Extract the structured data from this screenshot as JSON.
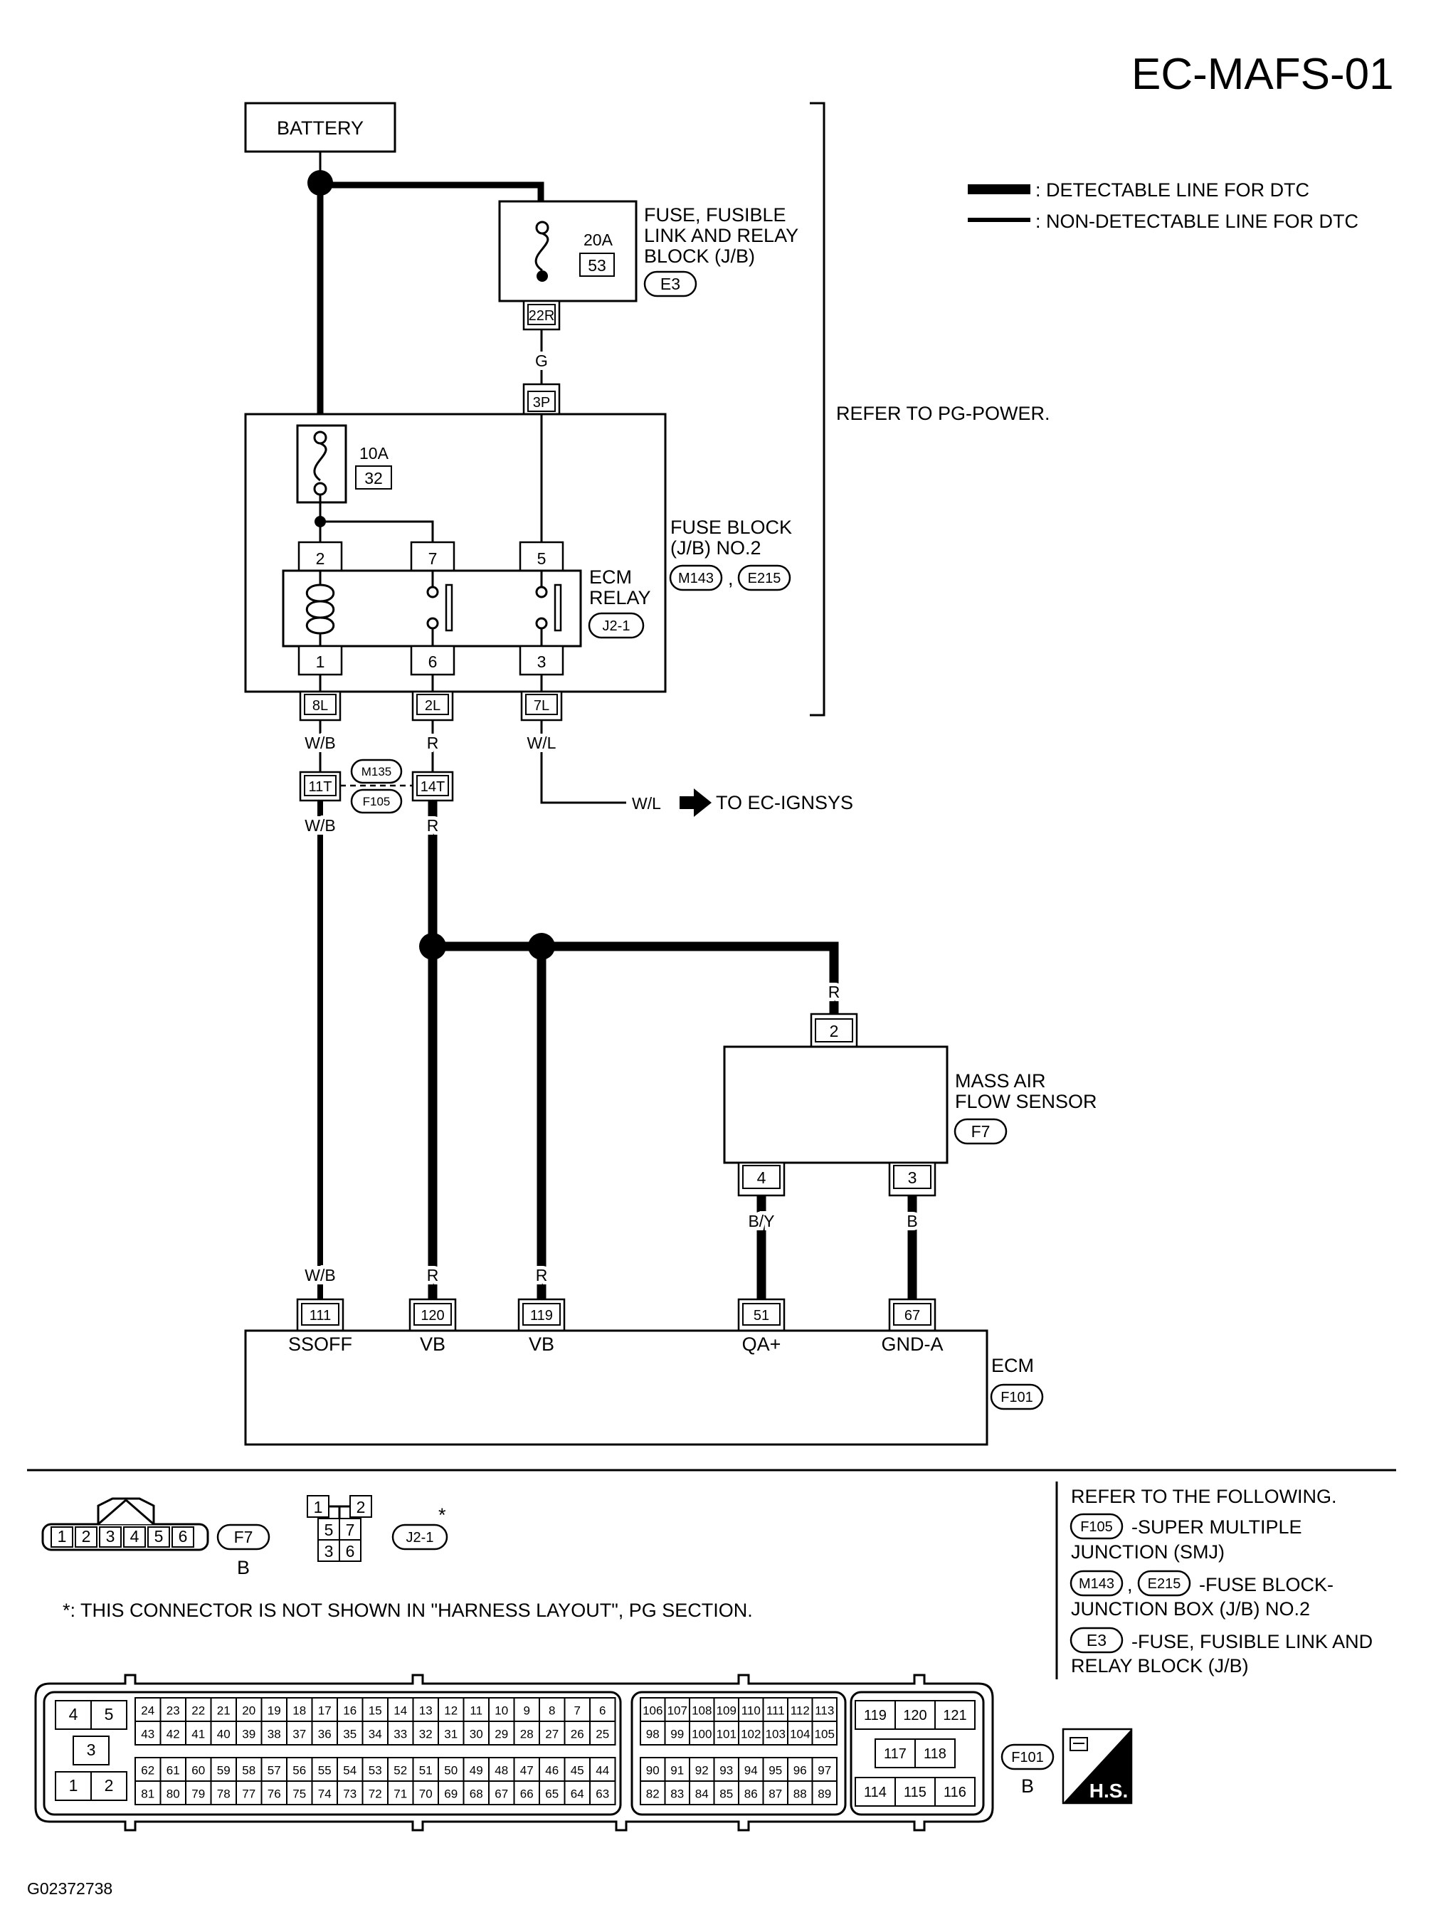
{
  "title": "EC-MAFS-01",
  "image_code": "G02372738",
  "legend": {
    "detectable": ": DETECTABLE LINE FOR DTC",
    "non_detectable": ": NON-DETECTABLE LINE FOR DTC"
  },
  "battery": "BATTERY",
  "refer_pg_power": "REFER TO PG-POWER.",
  "fuse_fusible": {
    "line1": "FUSE, FUSIBLE",
    "line2": "LINK AND RELAY",
    "line3": "BLOCK (J/B)",
    "connector": "E3",
    "amp": "20A",
    "num": "53",
    "pin": "22R"
  },
  "wire_g": "G",
  "pin_3p": "3P",
  "fuse_block": {
    "line1": "FUSE BLOCK",
    "line2": "(J/B) NO.2",
    "connector_a": "M143",
    "sep": ",",
    "connector_b": "E215",
    "amp": "10A",
    "num": "32"
  },
  "ecm_relay": {
    "line1": "ECM",
    "line2": "RELAY",
    "connector": "J2-1",
    "top_pins": [
      "2",
      "7",
      "5"
    ],
    "bottom_pins": [
      "1",
      "6",
      "3"
    ]
  },
  "jb_pins": [
    "8L",
    "2L",
    "7L"
  ],
  "wires_upper": [
    "W/B",
    "R",
    "W/L"
  ],
  "smj": {
    "pin_a": "11T",
    "pin_b": "14T",
    "conn_a": "M135",
    "conn_b": "F105",
    "wire_a": "W/B",
    "wire_b": "R"
  },
  "to_ignsys": {
    "wire": "W/L",
    "text": "TO EC-IGNSYS"
  },
  "maf": {
    "line1": "MASS AIR",
    "line2": "FLOW SENSOR",
    "connector": "F7",
    "pin_top": "2",
    "wire_top": "R",
    "pin_left": "4",
    "pin_right": "3",
    "wire_left": "B/Y",
    "wire_right": "B"
  },
  "ecm": {
    "name": "ECM",
    "connector": "F101",
    "wires": [
      "W/B",
      "R",
      "R"
    ],
    "pins": [
      "111",
      "120",
      "119",
      "51",
      "67"
    ],
    "labels": [
      "SSOFF",
      "VB",
      "VB",
      "QA+",
      "GND-A"
    ]
  },
  "refer_following": {
    "heading": "REFER TO THE FOLLOWING.",
    "f105_conn": "F105",
    "f105_l1": "-SUPER MULTIPLE",
    "f105_l2": "JUNCTION (SMJ)",
    "m143_conn": "M143",
    "sep": ",",
    "e215_conn": "E215",
    "fb_l1": "-FUSE BLOCK-",
    "fb_l2": "JUNCTION BOX (J/B) NO.2",
    "e3_conn": "E3",
    "e3_l1": "-FUSE, FUSIBLE LINK AND",
    "e3_l2": "RELAY BLOCK (J/B)"
  },
  "f7_face": {
    "cells": [
      "1",
      "2",
      "3",
      "4",
      "5",
      "6"
    ],
    "connector": "F7",
    "color": "B"
  },
  "j2_face": {
    "top": [
      "1",
      "2"
    ],
    "mid": [
      "5",
      "7"
    ],
    "bottom": [
      "3",
      "6"
    ],
    "connector": "J2-1",
    "star": "*"
  },
  "note": "*: THIS CONNECTOR IS NOT SHOWN IN \"HARNESS LAYOUT\", PG SECTION.",
  "f101_face": {
    "left_block": [
      "4",
      "5",
      "3",
      "1",
      "2"
    ],
    "row1": [
      "24",
      "23",
      "22",
      "21",
      "20",
      "19",
      "18",
      "17",
      "16",
      "15",
      "14",
      "13",
      "12",
      "11",
      "10",
      "9",
      "8",
      "7",
      "6"
    ],
    "row2": [
      "43",
      "42",
      "41",
      "40",
      "39",
      "38",
      "37",
      "36",
      "35",
      "34",
      "33",
      "32",
      "31",
      "30",
      "29",
      "28",
      "27",
      "26",
      "25"
    ],
    "row3": [
      "62",
      "61",
      "60",
      "59",
      "58",
      "57",
      "56",
      "55",
      "54",
      "53",
      "52",
      "51",
      "50",
      "49",
      "48",
      "47",
      "46",
      "45",
      "44"
    ],
    "row4": [
      "81",
      "80",
      "79",
      "78",
      "77",
      "76",
      "75",
      "74",
      "73",
      "72",
      "71",
      "70",
      "69",
      "68",
      "67",
      "66",
      "65",
      "64",
      "63"
    ],
    "r_row1": [
      "106",
      "107",
      "108",
      "109",
      "110",
      "111",
      "112",
      "113"
    ],
    "r_row2": [
      "98",
      "99",
      "100",
      "101",
      "102",
      "103",
      "104",
      "105"
    ],
    "r_row3": [
      "90",
      "91",
      "92",
      "93",
      "94",
      "95",
      "96",
      "97"
    ],
    "r_row4": [
      "82",
      "83",
      "84",
      "85",
      "86",
      "87",
      "88",
      "89"
    ],
    "right_top": [
      "119",
      "120",
      "121"
    ],
    "right_mid": [
      "117",
      "118"
    ],
    "right_bot": [
      "114",
      "115",
      "116"
    ],
    "connector": "F101",
    "color": "B",
    "hs": "H.S."
  }
}
